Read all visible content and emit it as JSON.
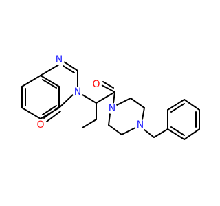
{
  "molecule": {
    "colors": {
      "bond": "#000000",
      "N": "#1c1cff",
      "O": "#ff0d0d",
      "background": "#ffffff"
    },
    "atom_labels": {
      "n1": "N",
      "n3": "N",
      "o4": "O",
      "o_amide": "O",
      "n_pip1": "N",
      "n_pip4": "N"
    }
  }
}
